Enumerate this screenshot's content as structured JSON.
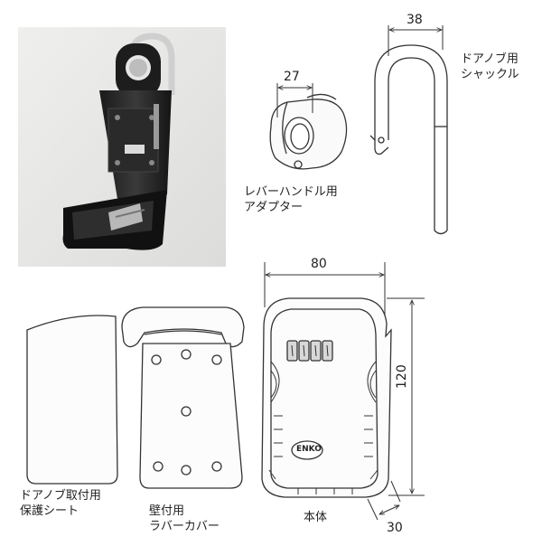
{
  "dimensions": {
    "adapter_width": "27",
    "shackle_width": "38",
    "body_width": "80",
    "body_height": "120",
    "body_depth": "30"
  },
  "labels": {
    "lever_adapter_line1": "レバーハンドル用",
    "lever_adapter_line2": "アダプター",
    "shackle_line1": "ドアノブ用",
    "shackle_line2": "シャックル",
    "sheet_line1": "ドアノブ取付用",
    "sheet_line2": "保護シート",
    "rubber_line1": "壁付用",
    "rubber_line2": "ラバーカバー",
    "body": "本体",
    "brand": "ENKO"
  }
}
